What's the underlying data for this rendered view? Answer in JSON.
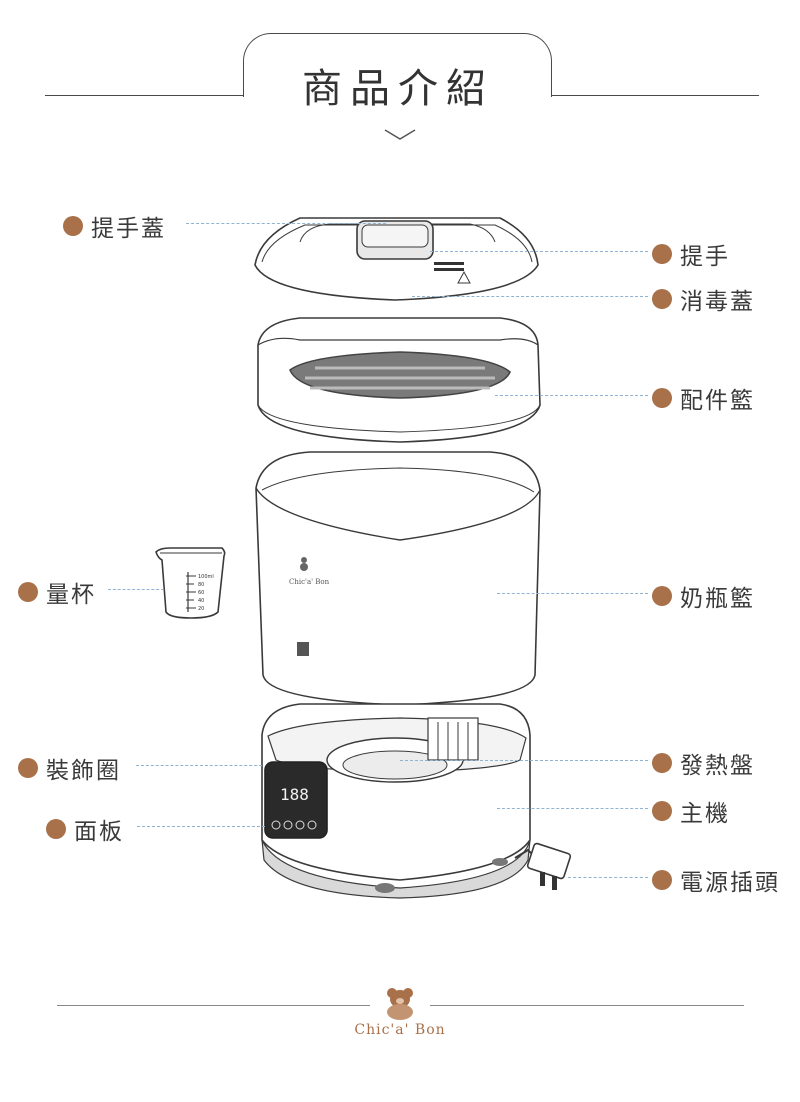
{
  "header": {
    "title": "商品介紹"
  },
  "labels": {
    "lid": "提手蓋",
    "handle": "提手",
    "sterilize_lid": "消毒蓋",
    "accessory_basket": "配件籃",
    "measuring_cup": "量杯",
    "bottle_basket": "奶瓶籃",
    "decor_ring": "裝飾圈",
    "heating_plate": "發熱盤",
    "panel": "面板",
    "main_unit": "主機",
    "power_plug": "電源插頭"
  },
  "product": {
    "display_reading": "188",
    "cup_marks": [
      "100ml",
      "80",
      "60",
      "40",
      "20"
    ],
    "basket_brand": "Chic'a' Bon"
  },
  "footer": {
    "brand": "Chic'a' Bon"
  },
  "colors": {
    "accent": "#a8714a",
    "leader": "#8fb3d0",
    "line": "#4a4a4a"
  }
}
